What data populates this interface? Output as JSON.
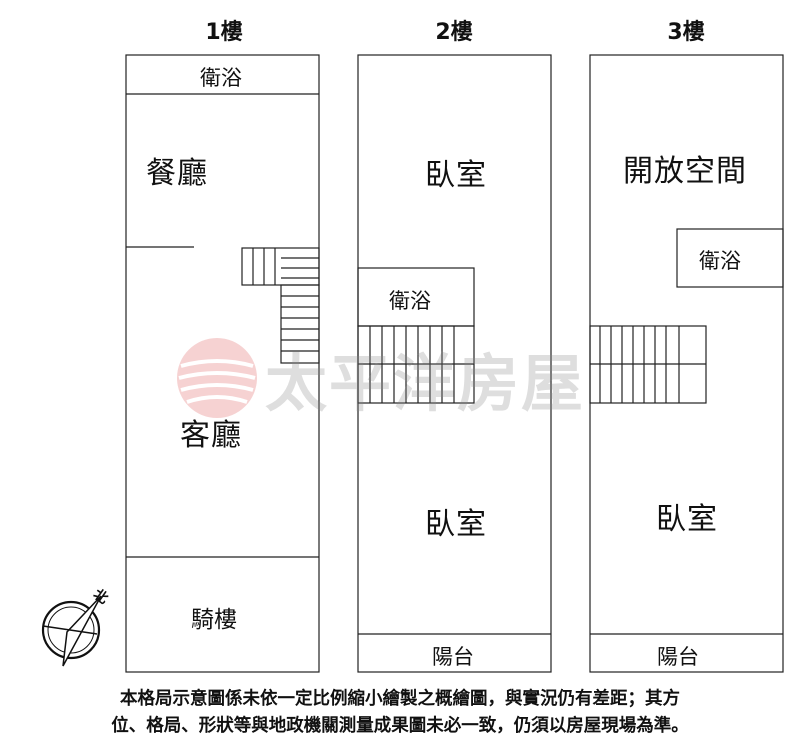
{
  "floors": [
    {
      "label": "1樓"
    },
    {
      "label": "2樓"
    },
    {
      "label": "3樓"
    }
  ],
  "rooms": {
    "f1_bath": "衛浴",
    "f1_dining": "餐廳",
    "f1_living": "客廳",
    "f1_arcade": "騎樓",
    "f2_bed_top": "臥室",
    "f2_bath": "衛浴",
    "f2_bed_bottom": "臥室",
    "f2_balcony": "陽台",
    "f3_open": "開放空間",
    "f3_bath": "衛浴",
    "f3_bed": "臥室",
    "f3_balcony": "陽台"
  },
  "watermark": "太平洋房屋",
  "compass": {
    "north_label": "北",
    "icon": "compass-north-icon"
  },
  "disclaimer": [
    "本格局示意圖係未依一定比例縮小繪製之概繪圖，與實況仍有差距；其方",
    "位、格局、形狀等與地政機關測量成果圖未必一致，仍須以房屋現場為準。"
  ],
  "colors": {
    "line": "#222222",
    "watermark_red": "#e06060",
    "watermark_gray": "#8a8a8a"
  }
}
